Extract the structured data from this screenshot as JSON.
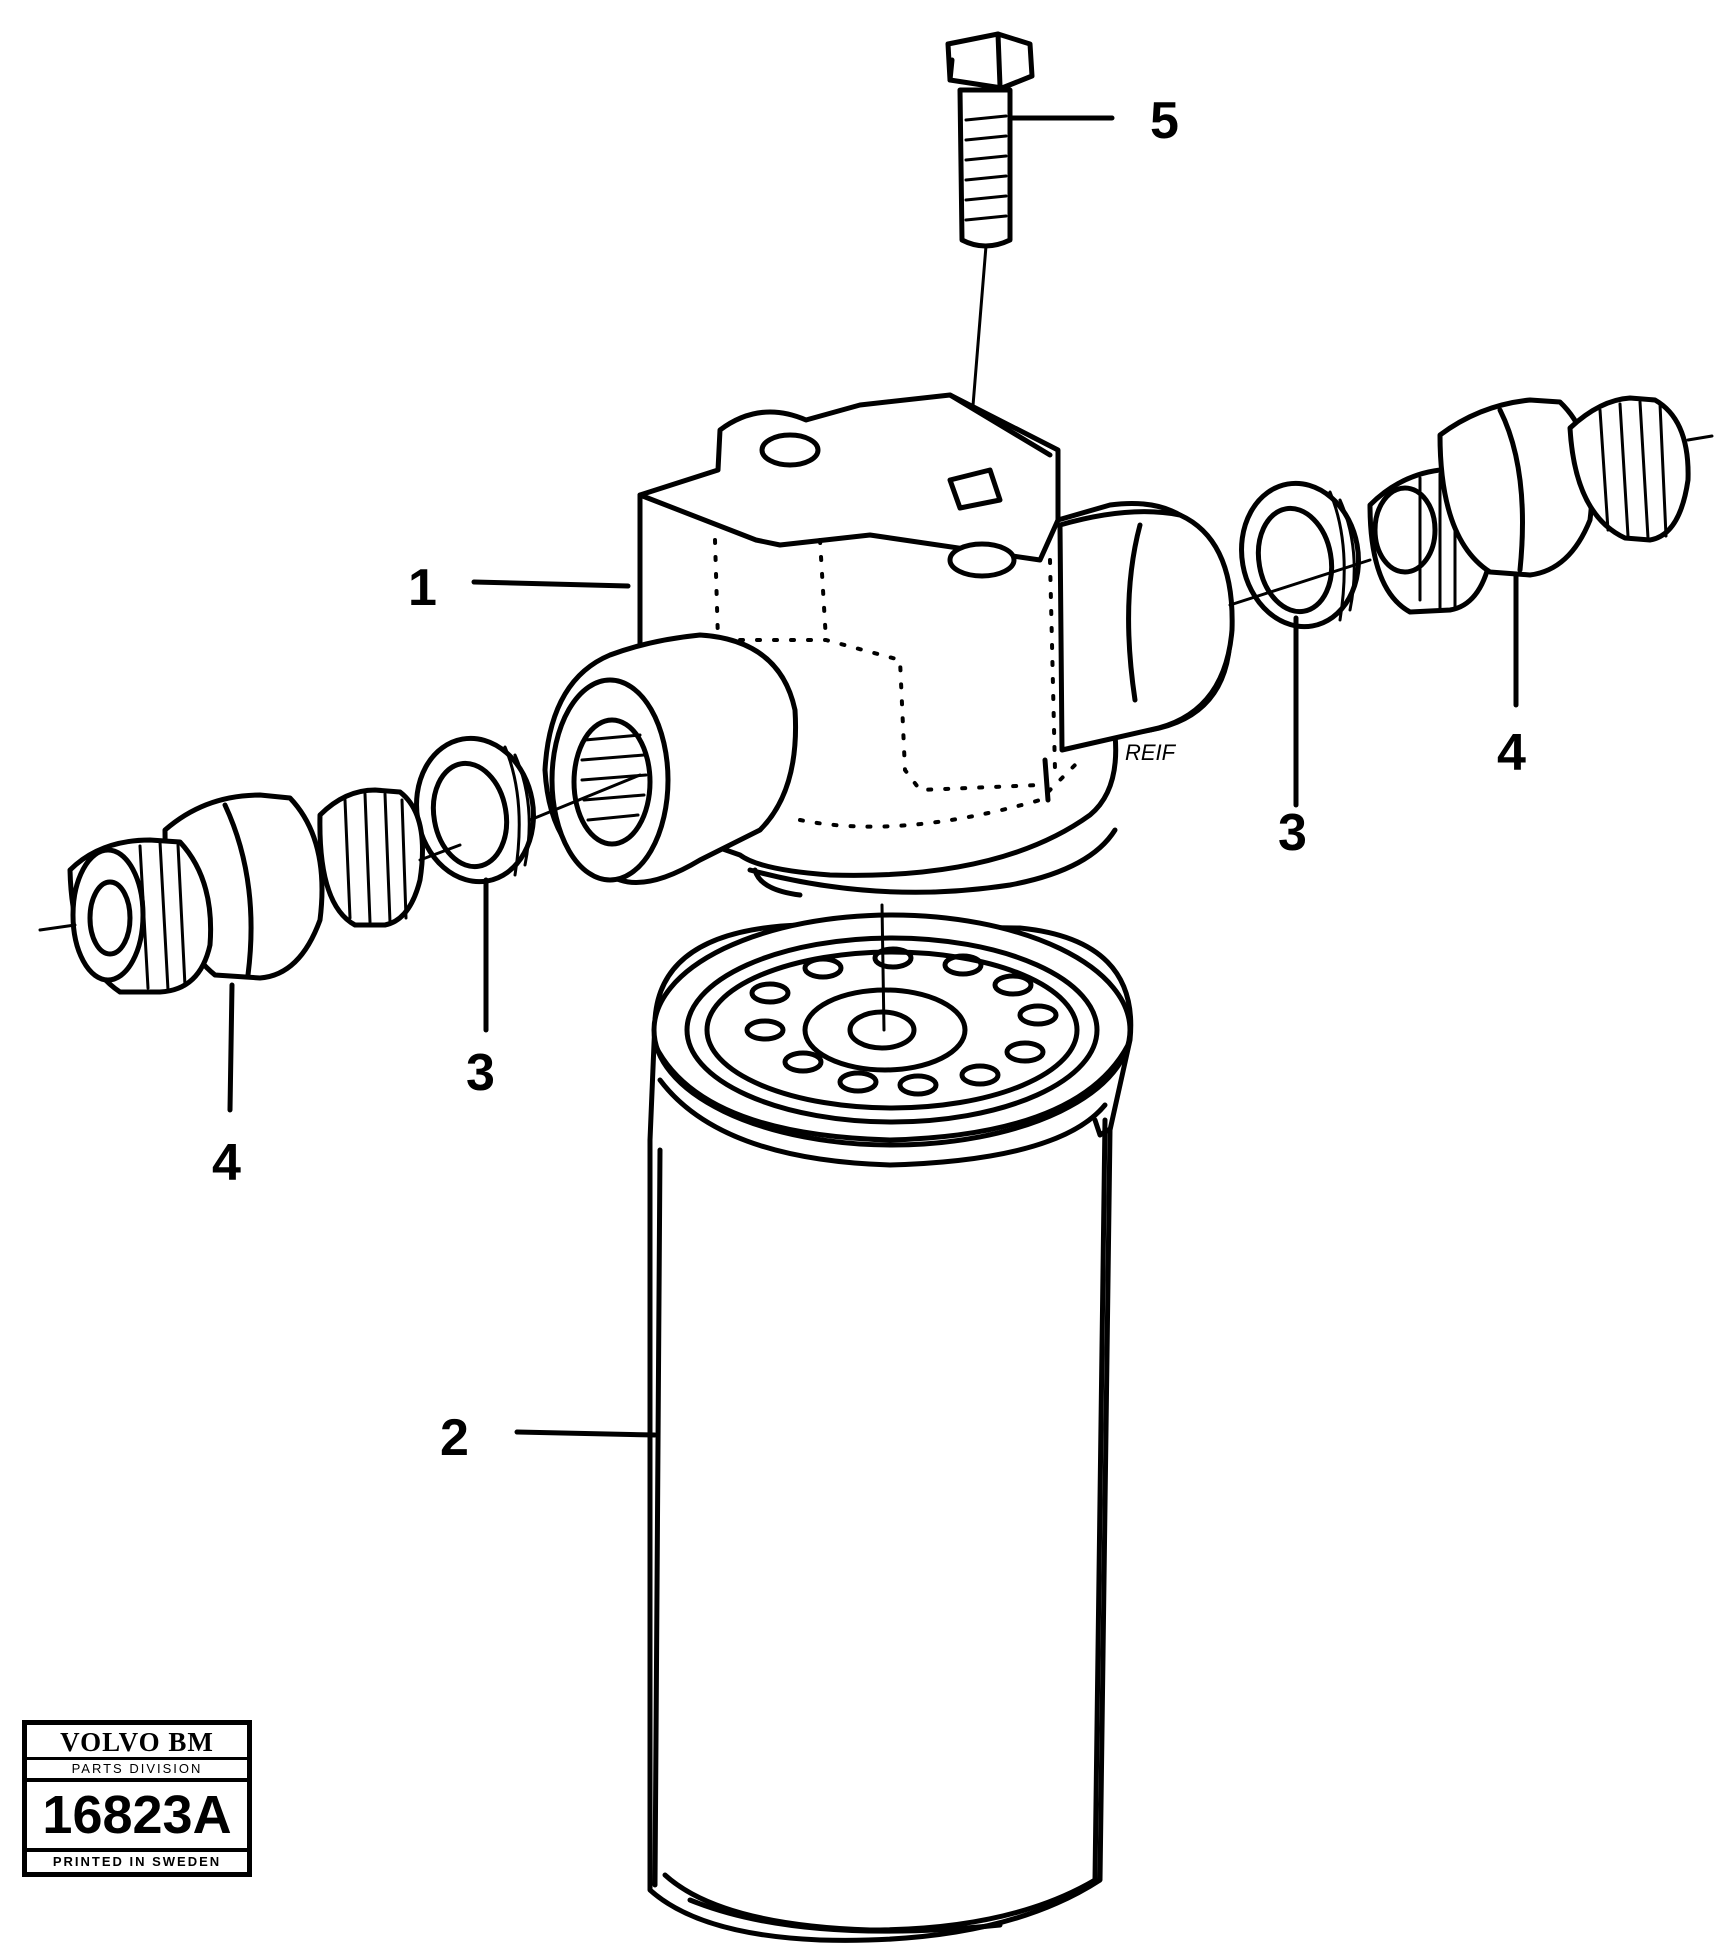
{
  "callouts": {
    "housing": "1",
    "filter": "2",
    "seal_left": "3",
    "seal_right": "3",
    "nipple_left": "4",
    "nipple_right": "4",
    "bolt": "5"
  },
  "signature": "REIF",
  "stamp": {
    "brand": "VOLVO BM",
    "division": "PARTS DIVISION",
    "number": "16823A",
    "printed": "PRINTED IN SWEDEN"
  }
}
